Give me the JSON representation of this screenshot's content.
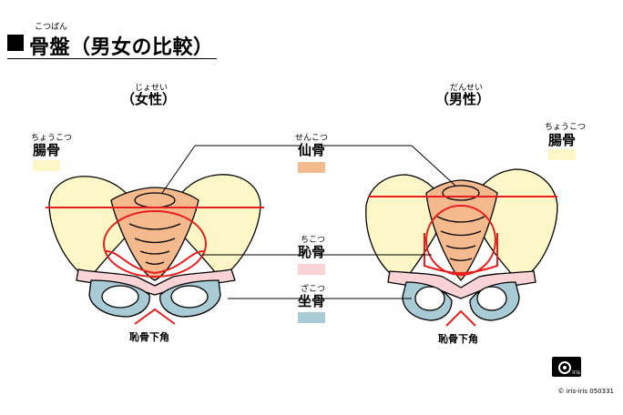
{
  "header": {
    "title_ruby": "こつばん",
    "title": "骨盤（男女の比較）"
  },
  "female": {
    "ruby": "じょせい",
    "label": "（女性）"
  },
  "male": {
    "ruby": "だんせい",
    "label": "（男性）"
  },
  "labels": {
    "ilium_left": {
      "ruby": "ちょうこつ",
      "text": "腸骨"
    },
    "ilium_right": {
      "ruby": "ちょうこつ",
      "text": "腸骨"
    },
    "sacrum": {
      "ruby": "せんこつ",
      "text": "仙骨"
    },
    "pubis": {
      "ruby": "ちこつ",
      "text": "恥骨"
    },
    "ischium": {
      "ruby": "ざこつ",
      "text": "坐骨"
    }
  },
  "subpubic_angle": {
    "female": "恥骨下角",
    "male": "恥骨下角"
  },
  "colors": {
    "ilium": "#fdf6c6",
    "sacrum": "#f4b98d",
    "pubis": "#f9d3d5",
    "ischium": "#a9cbd6",
    "guide": "#e61e1e",
    "outline": "#000000"
  },
  "footer": {
    "logo_text": "iris",
    "copyright": "© iris-iris  050331"
  }
}
